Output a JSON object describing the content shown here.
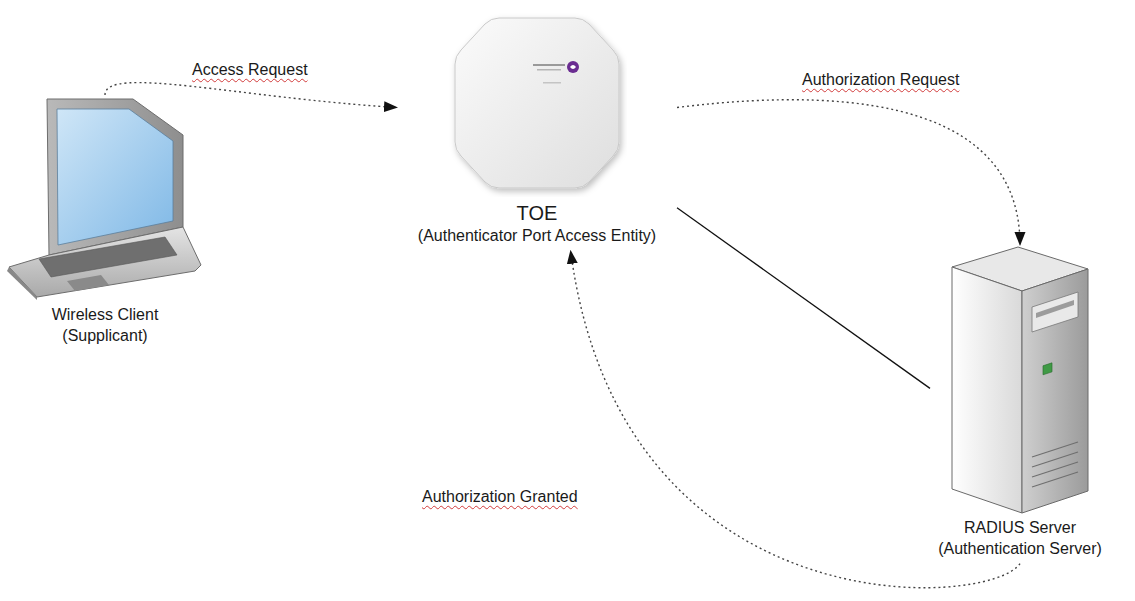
{
  "diagram": {
    "nodes": [
      {
        "text": [
          "Wireless Client (Supplicant)"
        ]
      },
      {
        "text": [
          "TOE",
          "(Authenticator Port Access Entity)"
        ]
      },
      {
        "text": [
          "RADIUS Server (Authentication Server)"
        ]
      }
    ],
    "edges": [
      {
        "from": 0,
        "to": 1,
        "arrow": "to",
        "label": "Access Request"
      },
      {
        "from": 1,
        "to": 2,
        "arrow": "to",
        "label": "Authorization Request"
      },
      {
        "from": 2,
        "to": 1,
        "arrow": "to",
        "label": "Authorization Granted"
      },
      {
        "from": 1,
        "to": 2,
        "arrow": "none"
      }
    ]
  }
}
